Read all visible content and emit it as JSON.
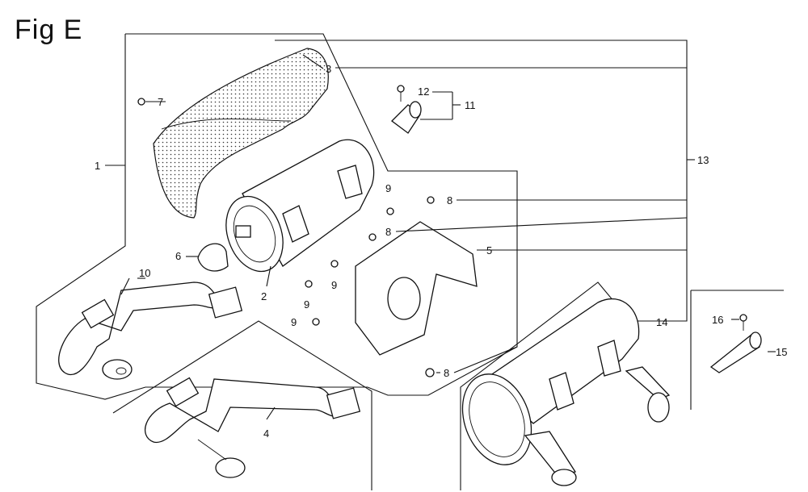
{
  "figure": {
    "title": "Fig E"
  },
  "callouts": {
    "c1": "1",
    "c2": "2",
    "c3": "3",
    "c4": "4",
    "c5": "5",
    "c6": "6",
    "c7": "7",
    "c8a": "8",
    "c8b": "8",
    "c8c": "8",
    "c9a": "9",
    "c9b": "9",
    "c9c": "9",
    "c9d": "9",
    "c10": "10",
    "c11": "11",
    "c12": "12",
    "c13": "13",
    "c14": "14",
    "c15": "15",
    "c16": "16"
  }
}
